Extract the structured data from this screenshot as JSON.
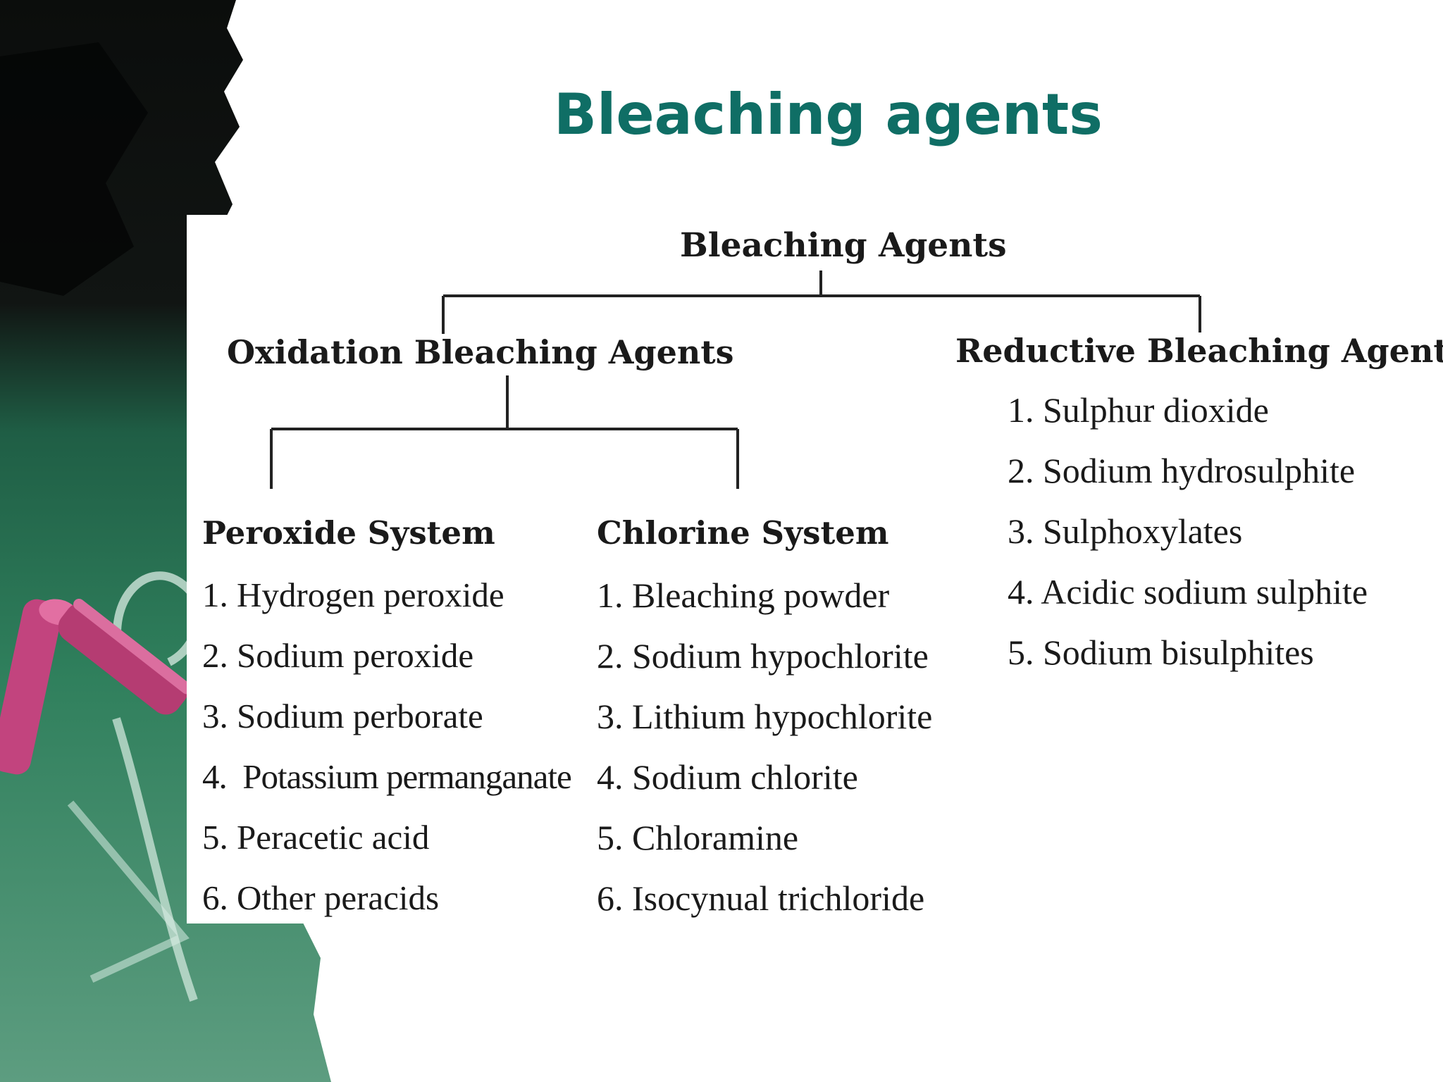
{
  "slide": {
    "title": "Bleaching agents"
  },
  "diagram": {
    "root": "Bleaching Agents",
    "branches": {
      "oxidation": {
        "label": "Oxidation Bleaching Agents",
        "systems": {
          "peroxide": {
            "label": "Peroxide System",
            "items": [
              "1. Hydrogen peroxide",
              "2. Sodium peroxide",
              "3. Sodium perborate",
              "4.  Potassium permanganate",
              "5. Peracetic acid",
              "6. Other peracids"
            ]
          },
          "chlorine": {
            "label": "Chlorine System",
            "items": [
              "1. Bleaching powder",
              "2. Sodium hypochlorite",
              "3. Lithium hypochlorite",
              "4. Sodium chlorite",
              "5. Chloramine",
              "6. Isocynual trichloride"
            ]
          }
        }
      },
      "reductive": {
        "label": "Reductive Bleaching Agents",
        "items": [
          "1. Sulphur dioxide",
          "2. Sodium hydrosulphite",
          "3. Sulphoxylates",
          "4. Acidic sodium sulphite",
          "5. Sodium bisulphites"
        ]
      }
    }
  },
  "colors": {
    "title": "#0f6e65",
    "text": "#1a1a1a",
    "chalkboard": "#2f7f5c",
    "chalk_pink": "#c2447e"
  }
}
